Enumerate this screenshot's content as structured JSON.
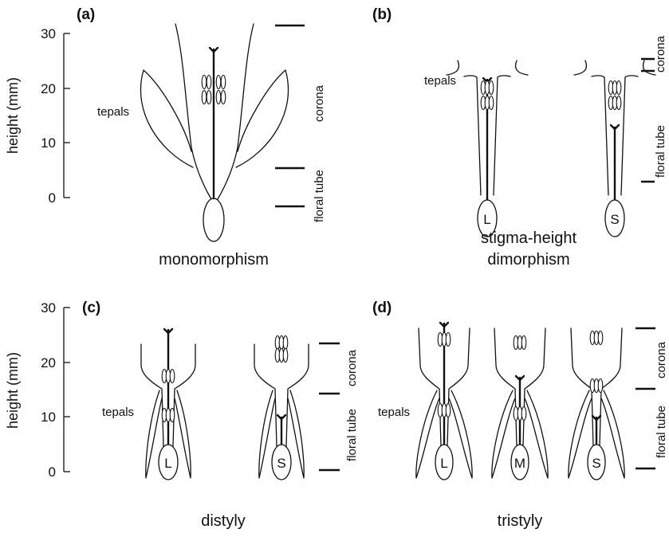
{
  "panels": {
    "a": {
      "label": "(a)",
      "caption": "monomorphism"
    },
    "b": {
      "label": "(b)",
      "caption_line1": "stigma-height",
      "caption_line2": "dimorphism",
      "morphs": [
        "L",
        "S"
      ]
    },
    "c": {
      "label": "(c)",
      "caption": "distyly",
      "morphs": [
        "L",
        "S"
      ]
    },
    "d": {
      "label": "(d)",
      "caption": "tristyly",
      "morphs": [
        "L",
        "M",
        "S"
      ]
    }
  },
  "labels": {
    "tepals": "tepals",
    "corona": "corona",
    "floral_tube": "floral tube"
  },
  "axes": {
    "top": {
      "title": "height (mm)",
      "ticks": [
        "0",
        "10",
        "20",
        "30"
      ]
    },
    "bottom": {
      "title": "height (mm)",
      "ticks": [
        "0",
        "10",
        "20",
        "30"
      ]
    }
  }
}
